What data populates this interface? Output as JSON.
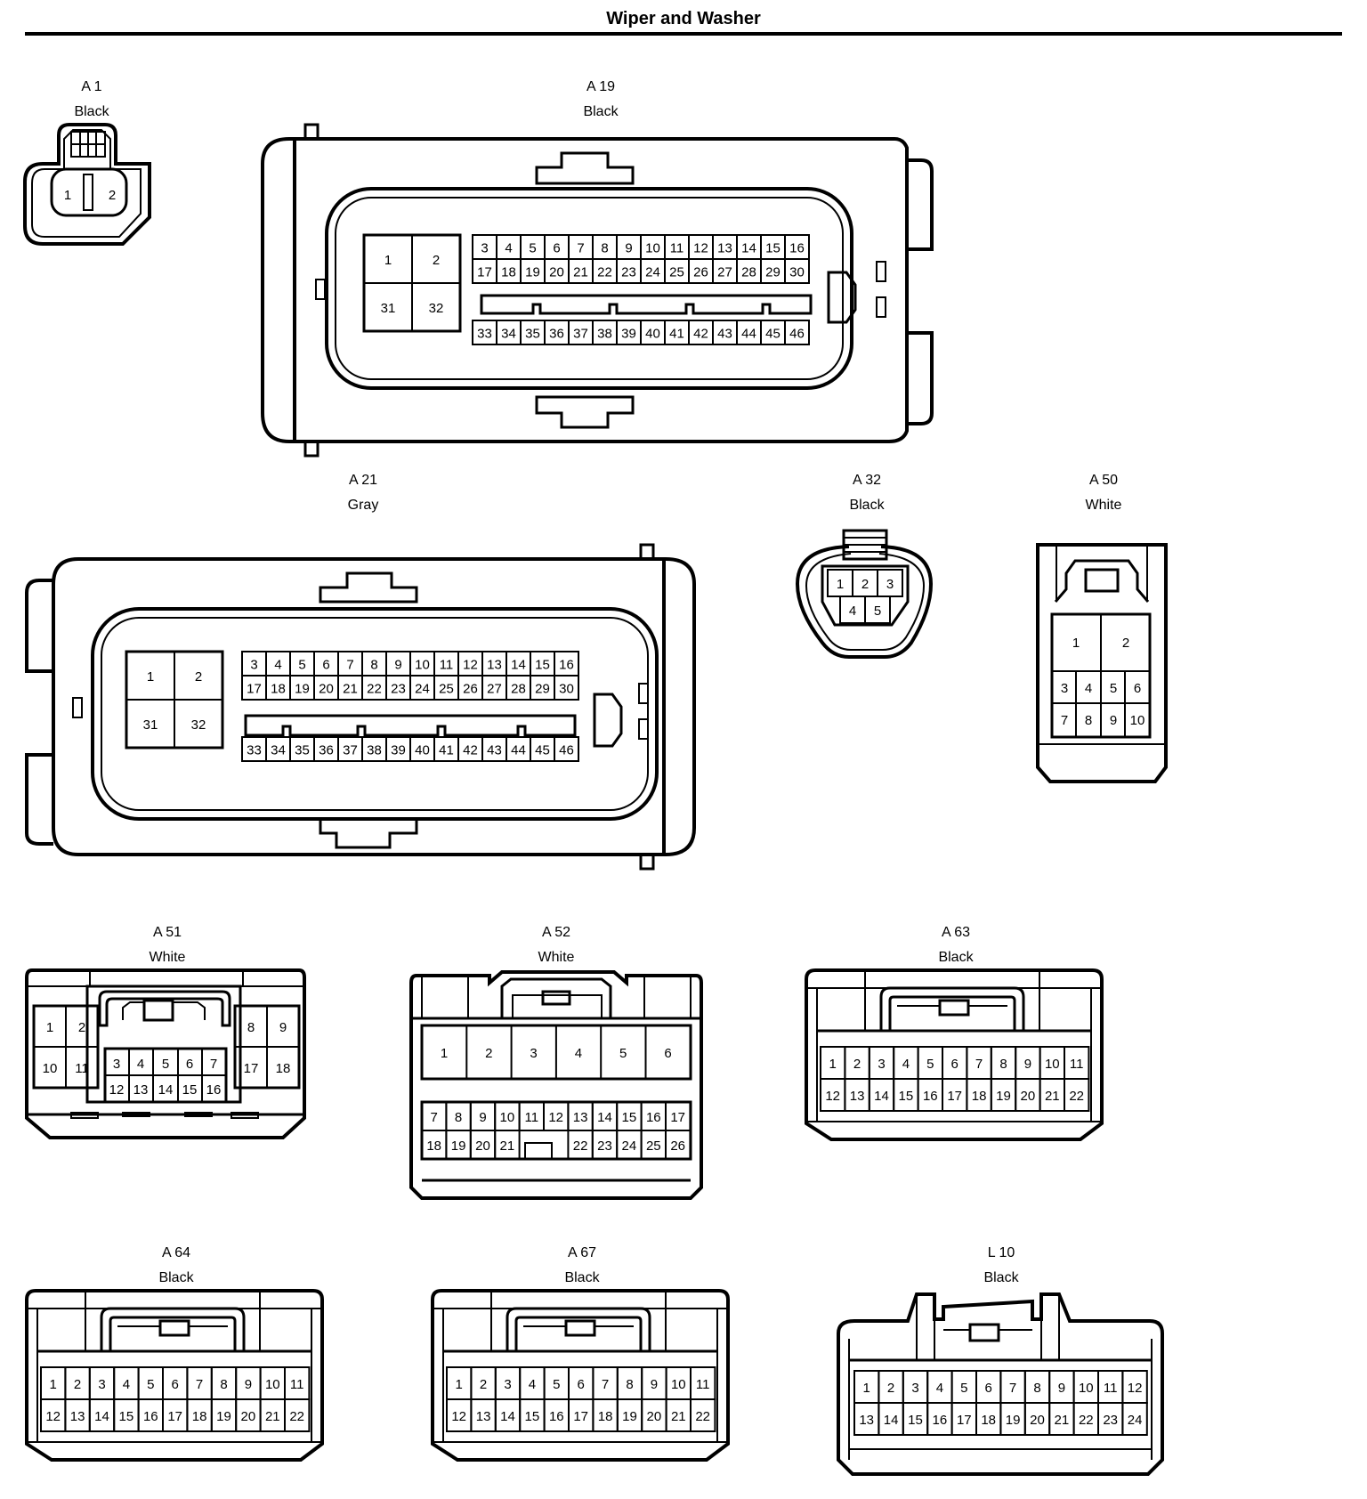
{
  "title": "Wiper and Washer",
  "connectors": {
    "A1": {
      "id": "A 1",
      "color": "Black",
      "pins": [
        "1",
        "2"
      ]
    },
    "A19": {
      "id": "A 19",
      "color": "Black"
    },
    "A21": {
      "id": "A 21",
      "color": "Gray"
    },
    "A32": {
      "id": "A 32",
      "color": "Black",
      "pins": [
        "1",
        "2",
        "3",
        "4",
        "5"
      ]
    },
    "A50": {
      "id": "A 50",
      "color": "White",
      "pins": [
        "1",
        "2",
        "3",
        "4",
        "5",
        "6",
        "7",
        "8",
        "9",
        "10"
      ]
    },
    "A51": {
      "id": "A 51",
      "color": "White",
      "pins": [
        "1",
        "2",
        "3",
        "4",
        "5",
        "6",
        "7",
        "8",
        "9",
        "10",
        "11",
        "12",
        "13",
        "14",
        "15",
        "16",
        "17",
        "18"
      ]
    },
    "A52": {
      "id": "A 52",
      "color": "White",
      "pins": [
        "1",
        "2",
        "3",
        "4",
        "5",
        "6",
        "7",
        "8",
        "9",
        "10",
        "11",
        "12",
        "13",
        "14",
        "15",
        "16",
        "17",
        "18",
        "19",
        "20",
        "21",
        "22",
        "23",
        "24",
        "25",
        "26"
      ]
    },
    "A63": {
      "id": "A 63",
      "color": "Black"
    },
    "A64": {
      "id": "A 64",
      "color": "Black"
    },
    "A67": {
      "id": "A 67",
      "color": "Black"
    },
    "L10": {
      "id": "L 10",
      "color": "Black"
    }
  },
  "pin_sets": {
    "ecu46": [
      "1",
      "2",
      "3",
      "4",
      "5",
      "6",
      "7",
      "8",
      "9",
      "10",
      "11",
      "12",
      "13",
      "14",
      "15",
      "16",
      "17",
      "18",
      "19",
      "20",
      "21",
      "22",
      "23",
      "24",
      "25",
      "26",
      "27",
      "28",
      "29",
      "30",
      "31",
      "32",
      "33",
      "34",
      "35",
      "36",
      "37",
      "38",
      "39",
      "40",
      "41",
      "42",
      "43",
      "44",
      "45",
      "46"
    ],
    "p22": [
      "1",
      "2",
      "3",
      "4",
      "5",
      "6",
      "7",
      "8",
      "9",
      "10",
      "11",
      "12",
      "13",
      "14",
      "15",
      "16",
      "17",
      "18",
      "19",
      "20",
      "21",
      "22"
    ],
    "p24": [
      "1",
      "2",
      "3",
      "4",
      "5",
      "6",
      "7",
      "8",
      "9",
      "10",
      "11",
      "12",
      "13",
      "14",
      "15",
      "16",
      "17",
      "18",
      "19",
      "20",
      "21",
      "22",
      "23",
      "24"
    ]
  }
}
